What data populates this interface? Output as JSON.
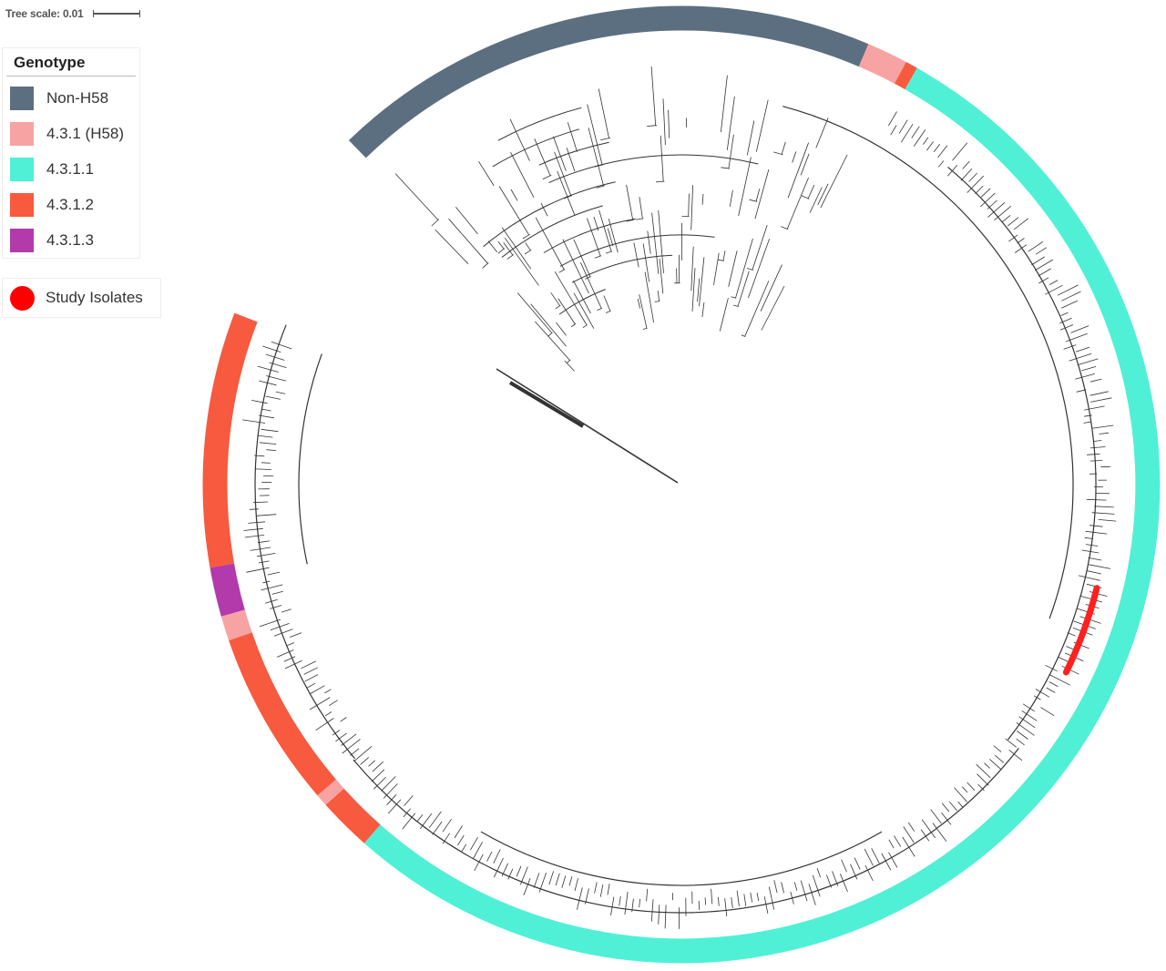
{
  "scale": {
    "label": "Tree scale: 0.01"
  },
  "legend": {
    "title": "Genotype",
    "items": [
      {
        "label": "Non-H58",
        "color": "#5b6f80"
      },
      {
        "label": "4.3.1 (H58)",
        "color": "#f7a3a3"
      },
      {
        "label": "4.3.1.1",
        "color": "#4ff0d6"
      },
      {
        "label": "4.3.1.2",
        "color": "#f75a3e"
      },
      {
        "label": "4.3.1.3",
        "color": "#b23aab"
      }
    ]
  },
  "study_legend": {
    "label": "Study Isolates",
    "color": "#ff0000"
  },
  "ring": {
    "segments": [
      {
        "genotype": "Non-H58",
        "color": "#5b6f80"
      },
      {
        "genotype": "4.3.1 (H58)",
        "color": "#f7a3a3"
      },
      {
        "genotype": "4.3.1.2",
        "color": "#f75a3e"
      },
      {
        "genotype": "4.3.1.1",
        "color": "#4ff0d6"
      },
      {
        "genotype": "4.3.1.2",
        "color": "#f75a3e"
      },
      {
        "genotype": "4.3.1 (H58)",
        "color": "#f7a3a3"
      },
      {
        "genotype": "4.3.1.2",
        "color": "#f75a3e"
      },
      {
        "genotype": "4.3.1 (H58)",
        "color": "#f7a3a3"
      },
      {
        "genotype": "4.3.1.3",
        "color": "#b23aab"
      },
      {
        "genotype": "4.3.1.2",
        "color": "#f75a3e"
      }
    ]
  },
  "study_isolates_arc": {
    "color": "#ff2020"
  }
}
